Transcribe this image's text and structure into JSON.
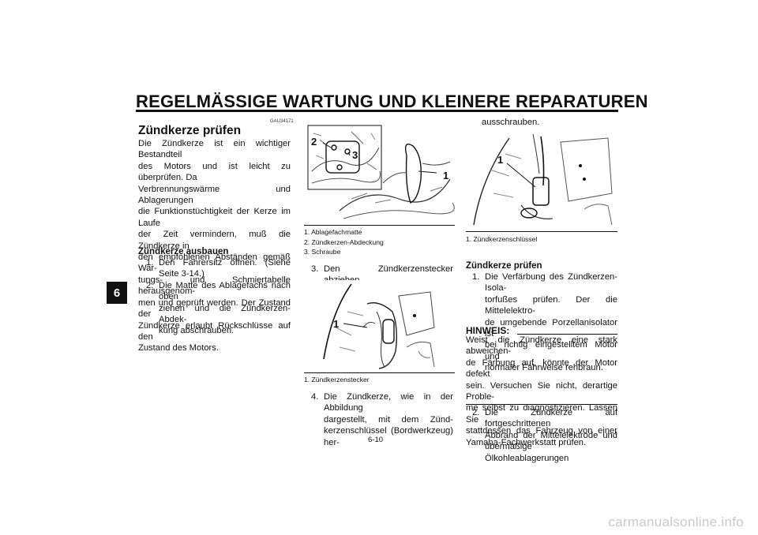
{
  "page_title": "REGELMÄSSIGE WARTUNG UND KLEINERE REPARATUREN",
  "chapter_tab": "6",
  "section_code": "GAU34171",
  "section_heading": "Zündkerze prüfen",
  "intro_lines": [
    "Die Zündkerze ist ein wichtiger Bestandteil",
    "des Motors und ist leicht zu überprüfen. Da",
    "Verbrennungswärme und Ablagerungen",
    "die Funktionstüchtigkeit der Kerze im Laufe",
    "der Zeit vermindern, muß die Zündkerze in",
    "den empfohlenen Abständen gemäß War-",
    "tungs- und Schmiertabelle herausgenom-",
    "men und geprüft werden. Der Zustand der",
    "Zündkerze erlaubt Rückschlüsse auf den",
    "Zustand des Motors."
  ],
  "remove_heading": "Zündkerze ausbauen",
  "remove_steps": [
    {
      "num": "1.",
      "lines": [
        "Den Fahrersitz öffnen. (Siehe",
        "Seite 3-14.)"
      ]
    },
    {
      "num": "2.",
      "lines": [
        "Die Matte des Ablagefachs nach oben",
        "ziehen und die Zündkerzen-Abdek-",
        "kung abschrauben."
      ]
    }
  ],
  "figure1": {
    "callouts": [
      "2",
      "3",
      "1"
    ],
    "captions": [
      "1. Ablagefachmatte",
      "2. Zündkerzen-Abdeckung",
      "3. Schraube"
    ]
  },
  "step3": {
    "num": "3.",
    "lines": [
      "Den Zündkerzenstecker abziehen."
    ]
  },
  "figure2": {
    "callouts": [
      "1"
    ],
    "captions": [
      "1. Zündkerzenstecker"
    ]
  },
  "step4": {
    "num": "4.",
    "lines": [
      "Die Zündkerze, wie in der Abbildung",
      "dargestellt, mit dem Zünd-",
      "kerzenschlüssel (Bordwerkzeug) her-"
    ]
  },
  "step4_cont": "ausschrauben.",
  "figure3": {
    "callouts": [
      "1"
    ],
    "captions": [
      "1. Zündkerzenschlüssel"
    ]
  },
  "check_heading": "Zündkerze prüfen",
  "check_steps": [
    {
      "num": "1.",
      "lines": [
        "Die Verfärbung des Zündkerzen-Isola-",
        "torfußes prüfen. Der die Mittelelektro-",
        "de umgebende Porzellanisolator ist",
        "bei richtig eingestelltem Motor und",
        "normaler Fahrweise rehbraun."
      ]
    }
  ],
  "note_heading": "HINWEIS:",
  "note_lines": [
    "Weist die Zündkerze eine stark abweichen-",
    "de Färbung auf, könnte der Motor defekt",
    "sein. Versuchen Sie nicht, derartige Proble-",
    "me selbst zu diagnostizieren. Lassen Sie",
    "stattdessen das Fahrzeug von einer",
    "Yamaha-Fachwerkstatt prüfen."
  ],
  "check_step2": {
    "num": "2.",
    "lines": [
      "Die Zündkerze auf fortgeschrittenen",
      "Abbrand der Mittelelektrode und",
      "übermäßige Ölkohleablagerungen"
    ]
  },
  "page_number": "6-10",
  "watermark": "carmanualsonline.info"
}
